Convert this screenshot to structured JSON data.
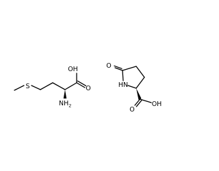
{
  "molecules": [
    {
      "labels": {
        "sulfur": "S",
        "hydroxyl": "OH",
        "carbonyl_o": "O",
        "amine_n": "NH",
        "amine_sub": "2"
      }
    },
    {
      "labels": {
        "ring_carbonyl_o": "O",
        "ring_nh": "HN",
        "hydroxyl": "OH",
        "carbonyl_o": "O"
      }
    }
  ]
}
